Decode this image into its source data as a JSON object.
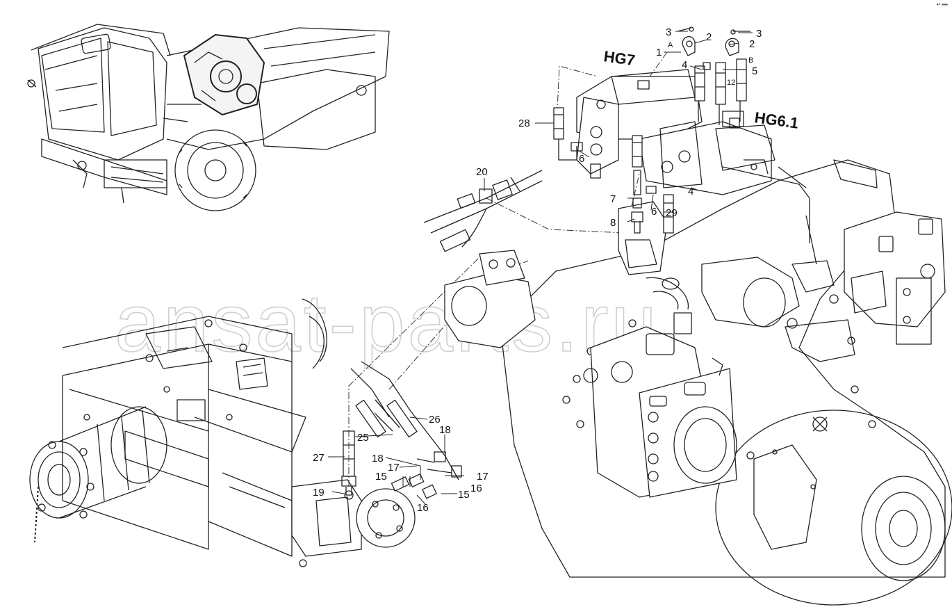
{
  "page_corner_mark": "•ˣ ▪▪▪",
  "watermark": "ansat-parts.ru",
  "group_labels": {
    "hg7": "HG7",
    "hg6_1": "HG6.1"
  },
  "port_letters": {
    "a": "A",
    "b": "B"
  },
  "callouts": {
    "c1": "1",
    "c2a": "2",
    "c2b": "2",
    "c3a": "3",
    "c3b": "3",
    "c4a": "4",
    "c4b": "4",
    "c5": "5",
    "c6a": "6",
    "c6b": "6",
    "c7": "7",
    "c8": "8",
    "c12": "12",
    "c15a": "15",
    "c15b": "15",
    "c16a": "16",
    "c16b": "16",
    "c17a": "17",
    "c17b": "17",
    "c18a": "18",
    "c18b": "18",
    "c19": "19",
    "c20": "20",
    "c25": "25",
    "c26": "26",
    "c27": "27",
    "c28": "28",
    "c29": "29"
  }
}
